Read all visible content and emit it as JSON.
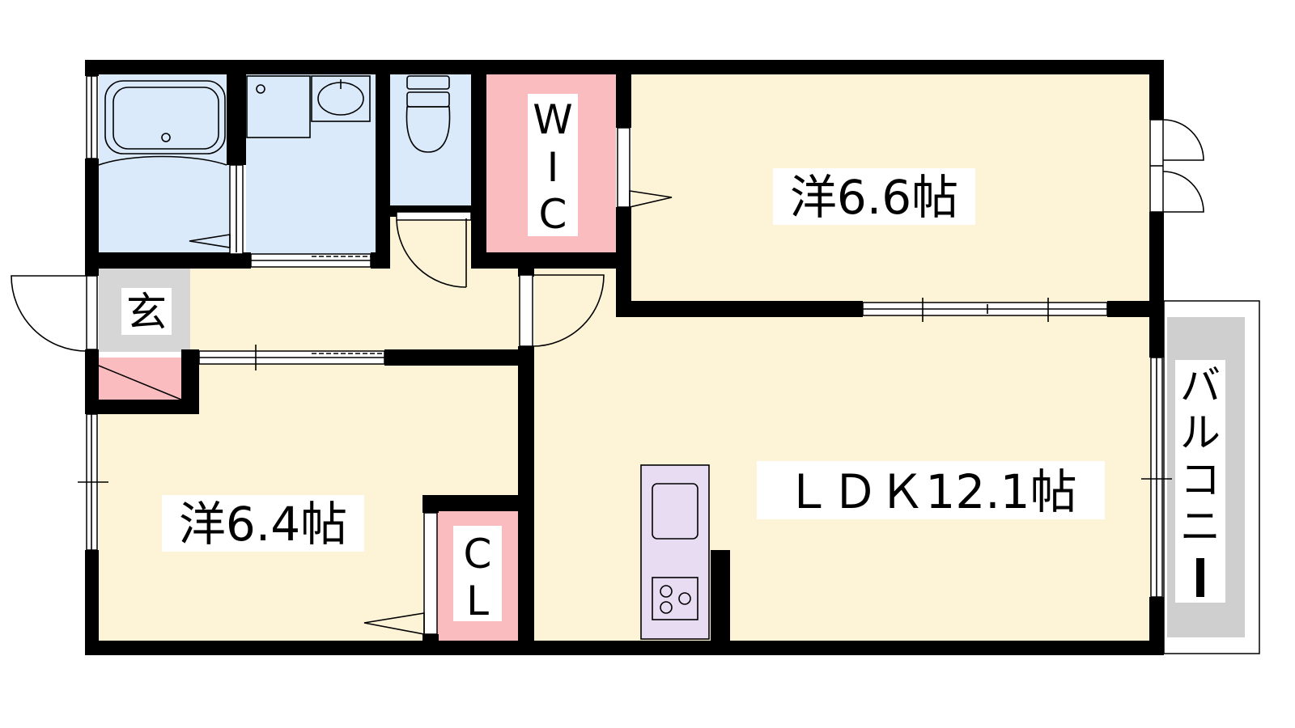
{
  "colors": {
    "wall": "#000000",
    "living_floor": "#fdf3d6",
    "wet_area": "#daeafb",
    "storage": "#fbbcbf",
    "entrance": "#d6d6d6",
    "kitchen": "#e8dcf3",
    "balcony": "#cfcfcf",
    "label_bg": "#ffffff"
  },
  "rooms": {
    "western_a": {
      "label": "洋6.6帖"
    },
    "western_b": {
      "label": "洋6.4帖"
    },
    "ldk": {
      "label": "ＬＤＫ12.1帖"
    },
    "wic": {
      "label": "W I C",
      "chars": [
        "W",
        "I",
        "C"
      ]
    },
    "closet": {
      "label": "C L",
      "chars": [
        "C",
        "L"
      ]
    },
    "entrance": {
      "label": "玄"
    },
    "balcony": {
      "label": "バルコニー",
      "chars": [
        "バ",
        "ル",
        "コ",
        "ニ",
        "ー"
      ]
    }
  },
  "icons": [
    "bathtub-icon",
    "washbasin-icon",
    "toilet-icon",
    "stove-icon",
    "sink-icon",
    "door-icon"
  ]
}
